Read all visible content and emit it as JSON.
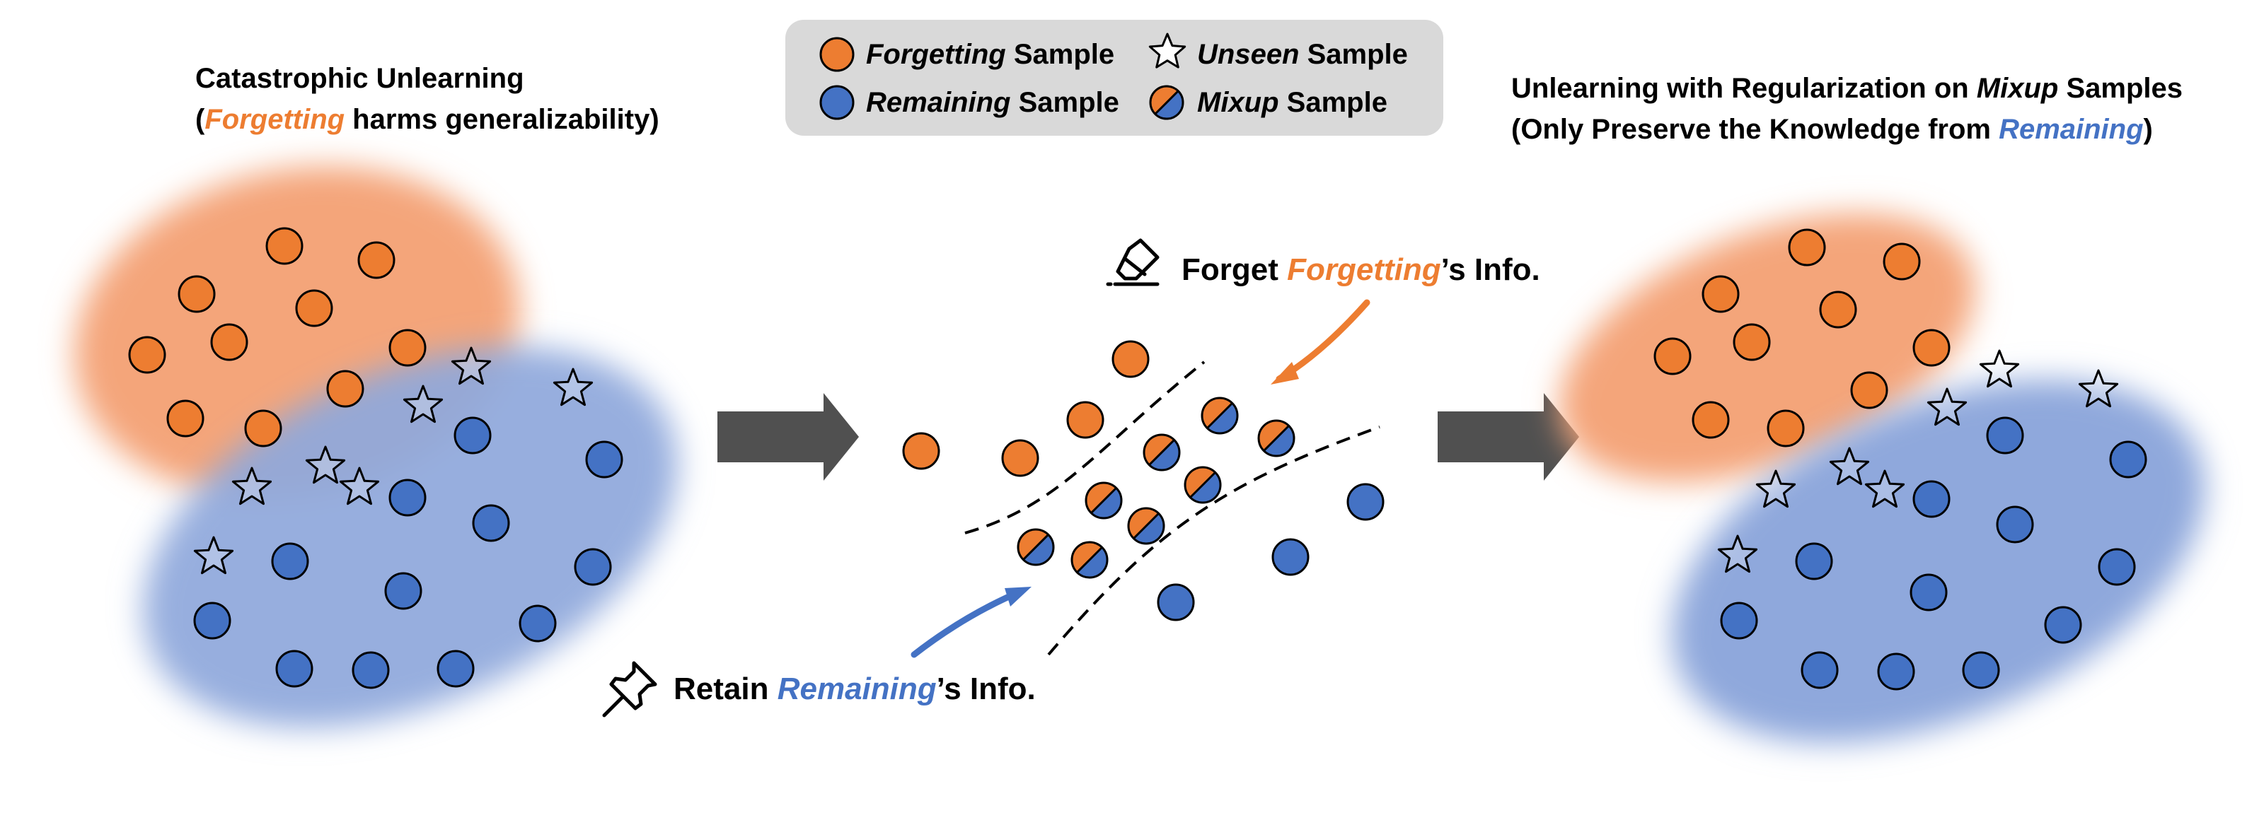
{
  "legend": {
    "forgetting_em": "Forgetting",
    "forgetting_rest": " Sample",
    "remaining_em": "Remaining",
    "remaining_rest": " Sample",
    "unseen_em": "Unseen",
    "unseen_rest": " Sample",
    "mixup_em": "Mixup",
    "mixup_rest": " Sample"
  },
  "left_title": {
    "line1": "Catastrophic Unlearning",
    "paren_open": "(",
    "em": "Forgetting",
    "rest": " harms generalizability)"
  },
  "right_title": {
    "line1_pre": "Unlearning with Regularization on ",
    "line1_em": "Mixup",
    "line1_post": " Samples",
    "line2_pre": "(Only Preserve the Knowledge from ",
    "line2_em": "Remaining",
    "line2_post": ")"
  },
  "forget_label": {
    "pre": "Forget ",
    "em": "Forgetting",
    "post": "’s Info."
  },
  "retain_label": {
    "pre": "Retain ",
    "em": "Remaining",
    "post": "’s Info."
  },
  "icons": {
    "forget": "eraser-icon",
    "retain": "pushpin-icon"
  },
  "colors": {
    "forgetting": "#ED7D31",
    "remaining": "#4472C4",
    "forgetting_region": "#F4A57A",
    "remaining_region": "#8FA8DC",
    "arrow": "#505050"
  }
}
